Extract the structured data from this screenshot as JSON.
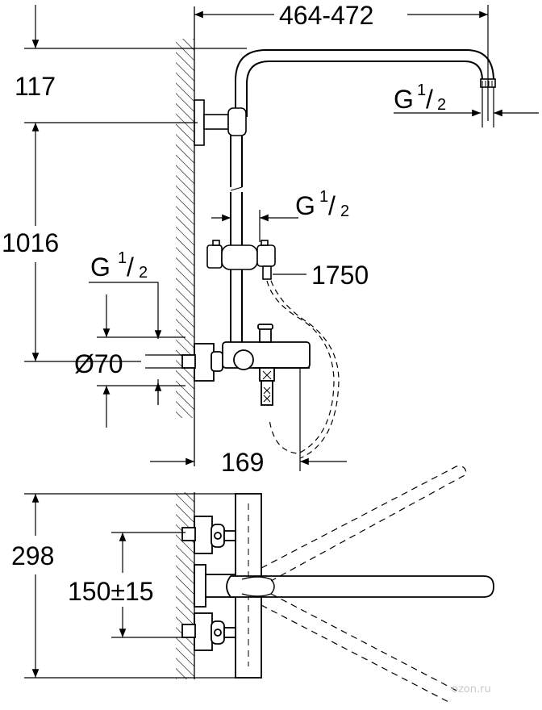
{
  "labels": {
    "width_range": "464-472",
    "height_top": "117",
    "height_main": "1016",
    "thread": "G",
    "frac_num": "1",
    "frac_slash": "/",
    "frac_den": "2",
    "hose_length": "1750",
    "diameter": "Ø70",
    "projection": "169",
    "height_bottom": "298",
    "spacing": "150±15"
  },
  "watermark": "ozon.ru"
}
